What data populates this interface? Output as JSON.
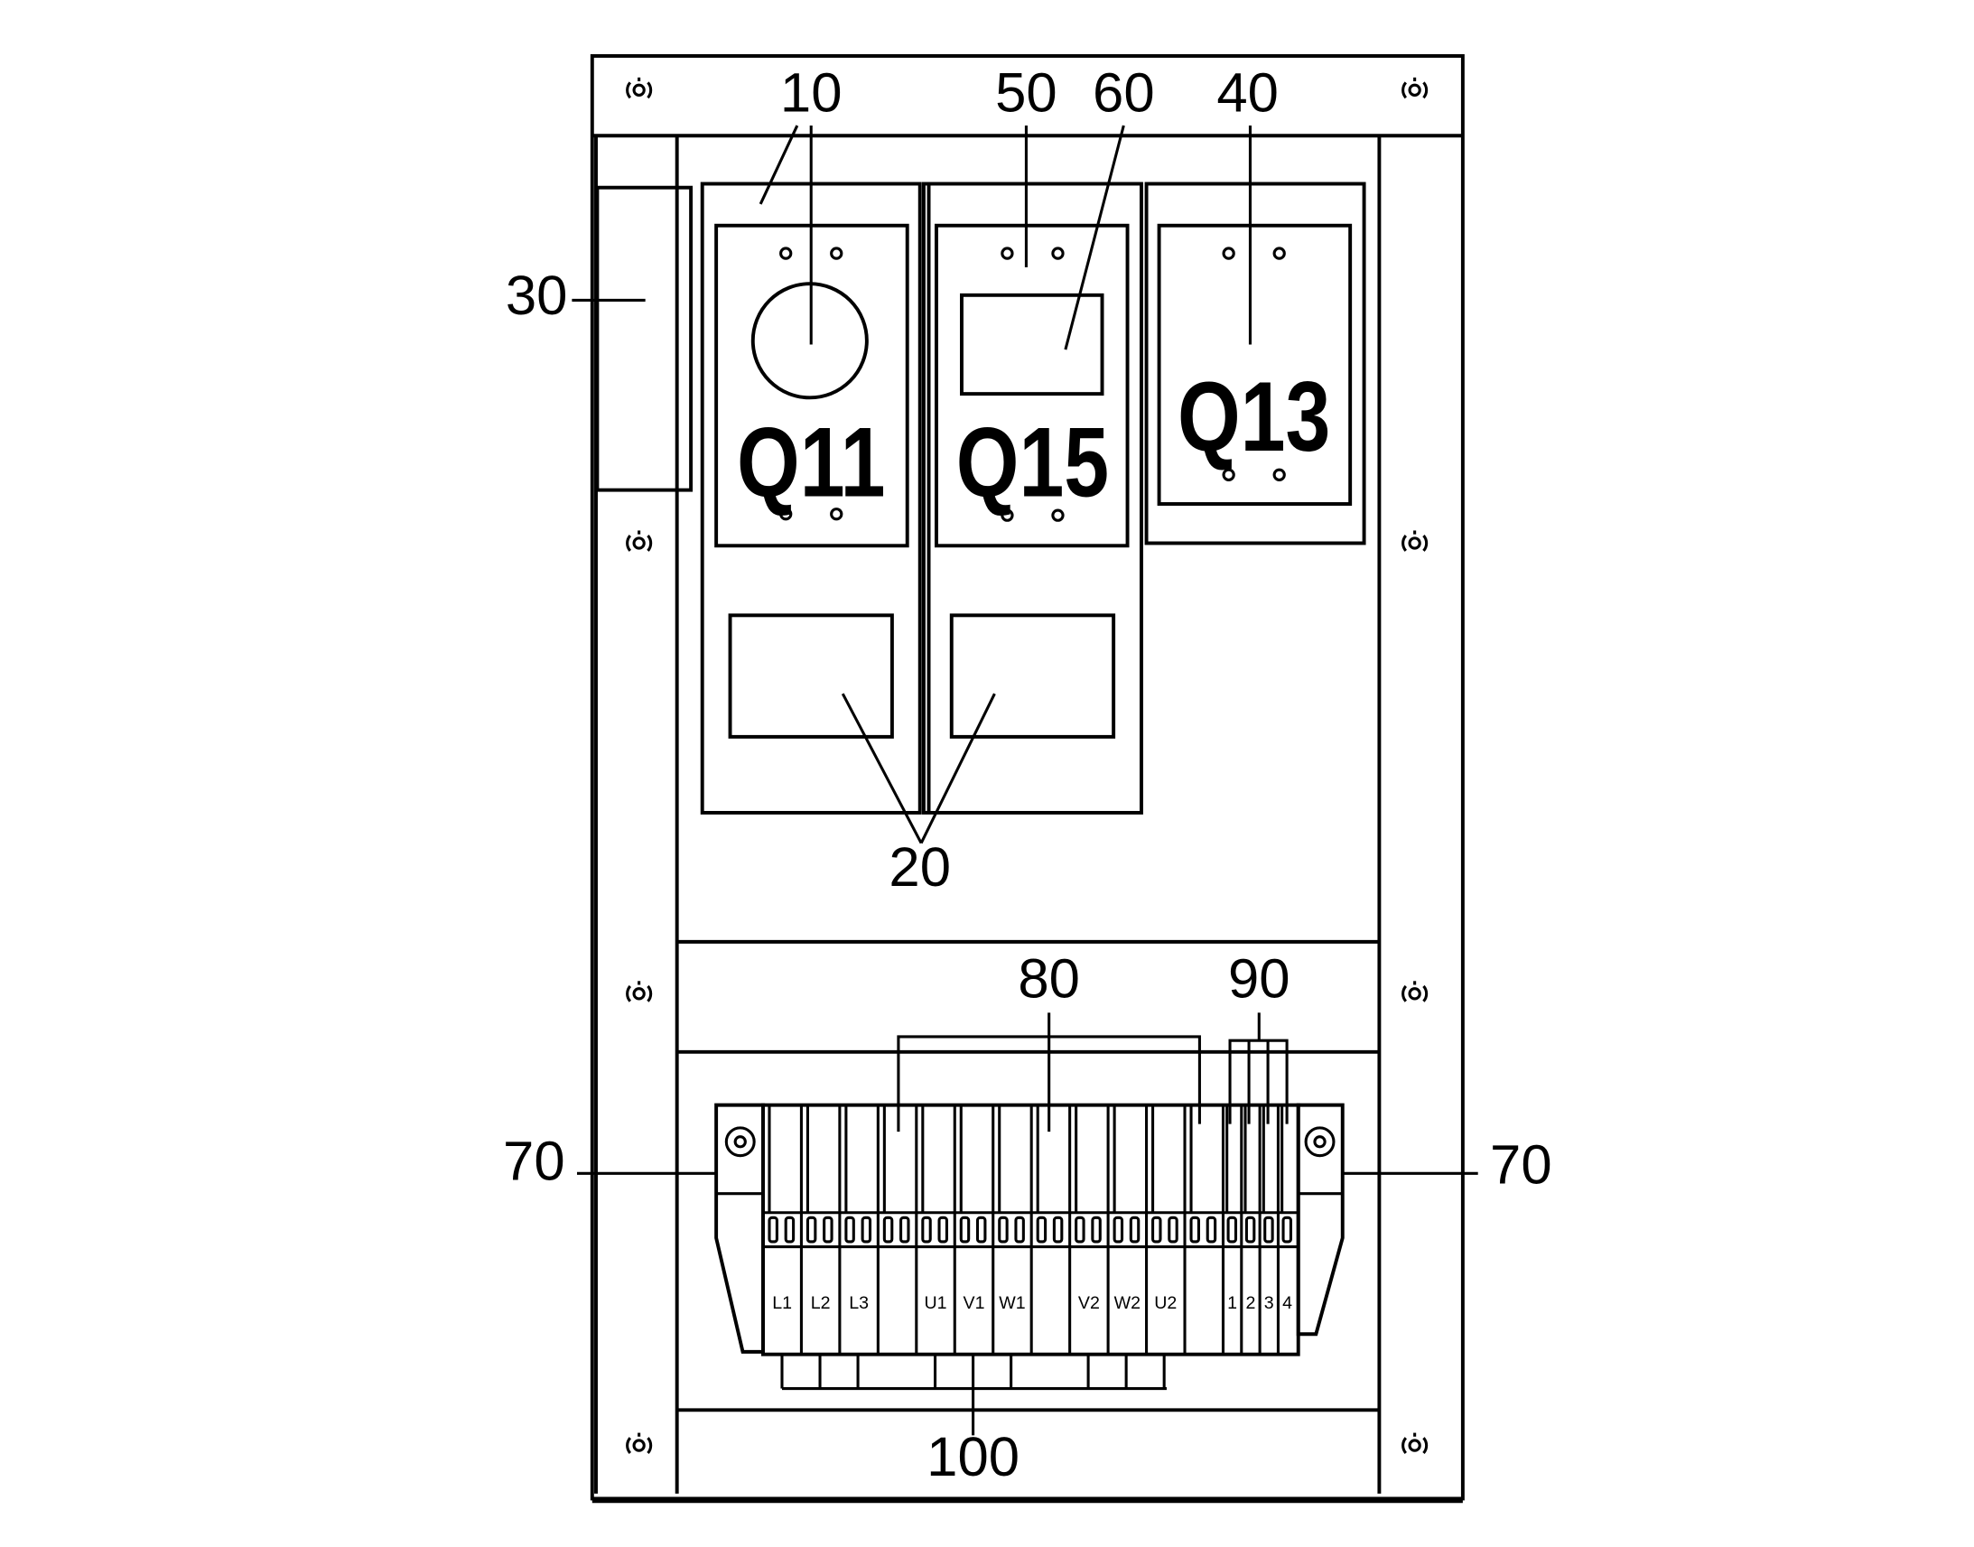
{
  "device_labels": {
    "q11": "Q11",
    "q15": "Q15",
    "q13": "Q13"
  },
  "reference_numerals": {
    "r10": "10",
    "r50": "50",
    "r60": "60",
    "r40": "40",
    "r30": "30",
    "r20": "20",
    "r80": "80",
    "r90": "90",
    "r70_left": "70",
    "r70_right": "70",
    "r100": "100"
  },
  "terminal_labels": [
    "L1",
    "L2",
    "L3",
    "",
    "U1",
    "V1",
    "W1",
    "",
    "V2",
    "W2",
    "U2",
    "",
    "1",
    "2",
    "3",
    "4"
  ]
}
